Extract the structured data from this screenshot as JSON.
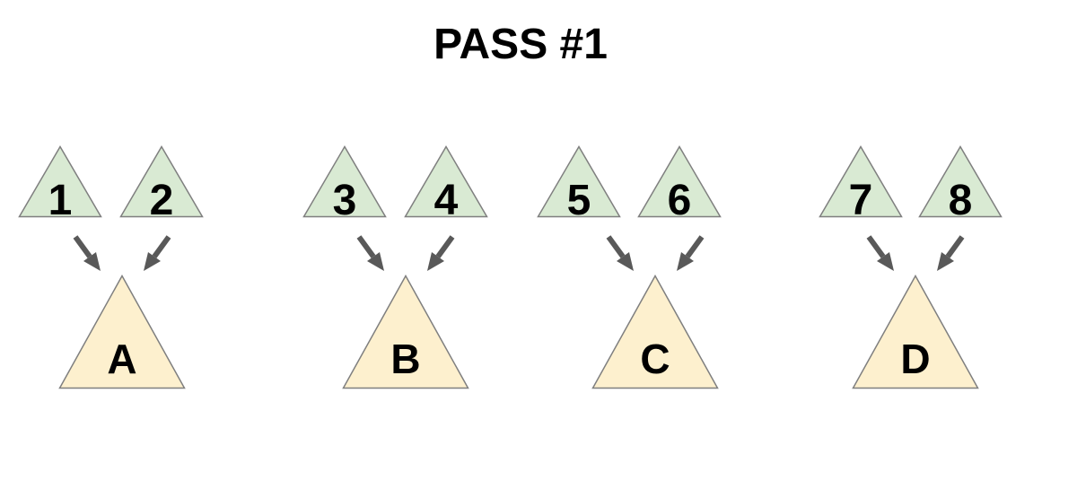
{
  "title": "PASS #1",
  "colors": {
    "background": "#ffffff",
    "input_fill": "#d9ead3",
    "input_stroke": "#7f7f7f",
    "output_fill": "#fdf0ce",
    "output_stroke": "#7f7f7f",
    "arrow": "#595959",
    "text": "#000000"
  },
  "groups": [
    {
      "inputs": [
        "1",
        "2"
      ],
      "output": "A"
    },
    {
      "inputs": [
        "3",
        "4"
      ],
      "output": "B"
    },
    {
      "inputs": [
        "5",
        "6"
      ],
      "output": "C"
    },
    {
      "inputs": [
        "7",
        "8"
      ],
      "output": "D"
    }
  ]
}
